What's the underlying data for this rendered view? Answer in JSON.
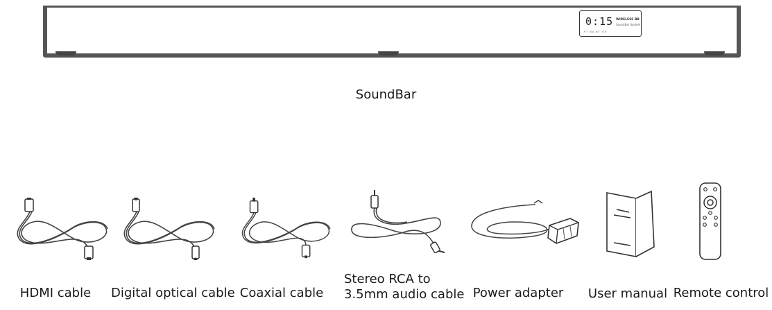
{
  "soundbar": {
    "label": "SoundBar",
    "display_digits": "0:15",
    "brand_line1": "WIRELESS BB",
    "brand_line2": "Soundbar System",
    "indicators": "PT  BA  BT  OH"
  },
  "accessories": [
    {
      "label": "HDMI cable",
      "icon": "hdmi-cable-icon"
    },
    {
      "label": "Digital optical cable",
      "icon": "optical-cable-icon"
    },
    {
      "label": "Coaxial cable",
      "icon": "coaxial-cable-icon"
    },
    {
      "label_line1": "Stereo RCA to",
      "label_line2": "3.5mm audio cable",
      "icon": "rca-cable-icon"
    },
    {
      "label": "Power adapter",
      "icon": "power-adapter-icon"
    },
    {
      "label": "User manual",
      "icon": "user-manual-icon"
    },
    {
      "label": "Remote control",
      "icon": "remote-control-icon"
    }
  ]
}
